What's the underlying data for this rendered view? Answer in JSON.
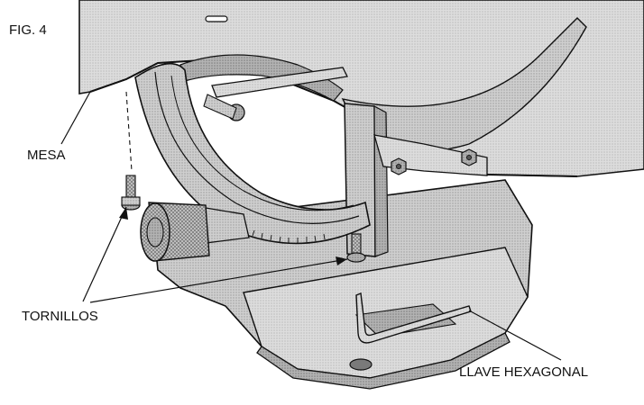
{
  "figure": {
    "number": "FIG. 4",
    "labels": {
      "table": "MESA",
      "screws": "TORNILLOS",
      "hex_key": "LLAVE HEXAGONAL"
    }
  },
  "colors": {
    "line": "#111111",
    "shade_light": "#d6d6d6",
    "shade_mid": "#c2c2c2",
    "shade_dark": "#a9a9a9",
    "background": "#ffffff"
  }
}
